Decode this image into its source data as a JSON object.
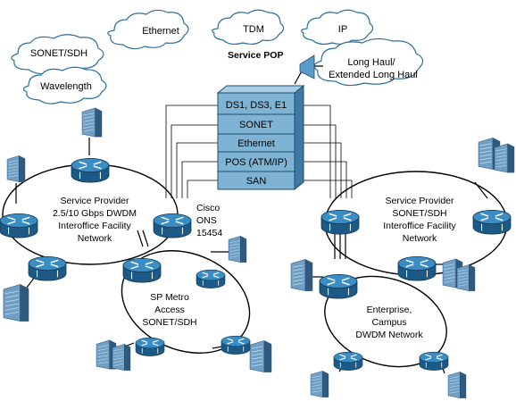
{
  "clouds": {
    "ethernet": "Ethernet",
    "tdm": "TDM",
    "ip": "IP",
    "sonet_sdh": "SONET/SDH",
    "wavelength": "Wavelength",
    "long_haul_line1": "Long Haul/",
    "long_haul_line2": "Extended Long Haul"
  },
  "service_pop": {
    "title": "Service POP",
    "rows": [
      "DS1, DS3, E1",
      "SONET",
      "Ethernet",
      "POS (ATM/IP)",
      "SAN"
    ]
  },
  "labels": {
    "sp_dwdm": [
      "Service Provider",
      "2.5/10 Gbps DWDM",
      "Interoffice Facility",
      "Network"
    ],
    "cisco_ons": [
      "Cisco",
      "ONS",
      "15454"
    ],
    "sp_metro": [
      "SP Metro",
      "Access",
      "SONET/SDH"
    ],
    "sp_sonet": [
      "Service Provider",
      "SONET/SDH",
      "Interoffice Facility",
      "Network"
    ],
    "enterprise": [
      "Enterprise,",
      "Campus",
      "DWDM Network"
    ]
  },
  "colors": {
    "device_face": "#2f7fb5",
    "device_side": "#1c5a85",
    "building_front": "#6f9fc4",
    "building_side": "#3f6f96",
    "cloud_stroke": "#2a6f9a"
  }
}
